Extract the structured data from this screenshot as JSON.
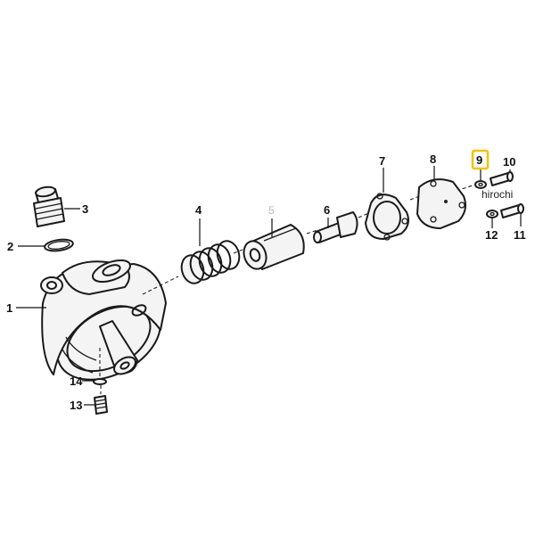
{
  "diagram": {
    "labels": {
      "p1": "1",
      "p2": "2",
      "p3": "3",
      "p4": "4",
      "p5": "5",
      "p6": "6",
      "p7": "7",
      "p8": "8",
      "p9": "9",
      "p10": "10",
      "p11": "11",
      "p12": "12",
      "p13": "13",
      "p14": "14"
    },
    "highlighted_label": "9",
    "highlight_color": "#f2c200",
    "watermark": "hirochi"
  }
}
